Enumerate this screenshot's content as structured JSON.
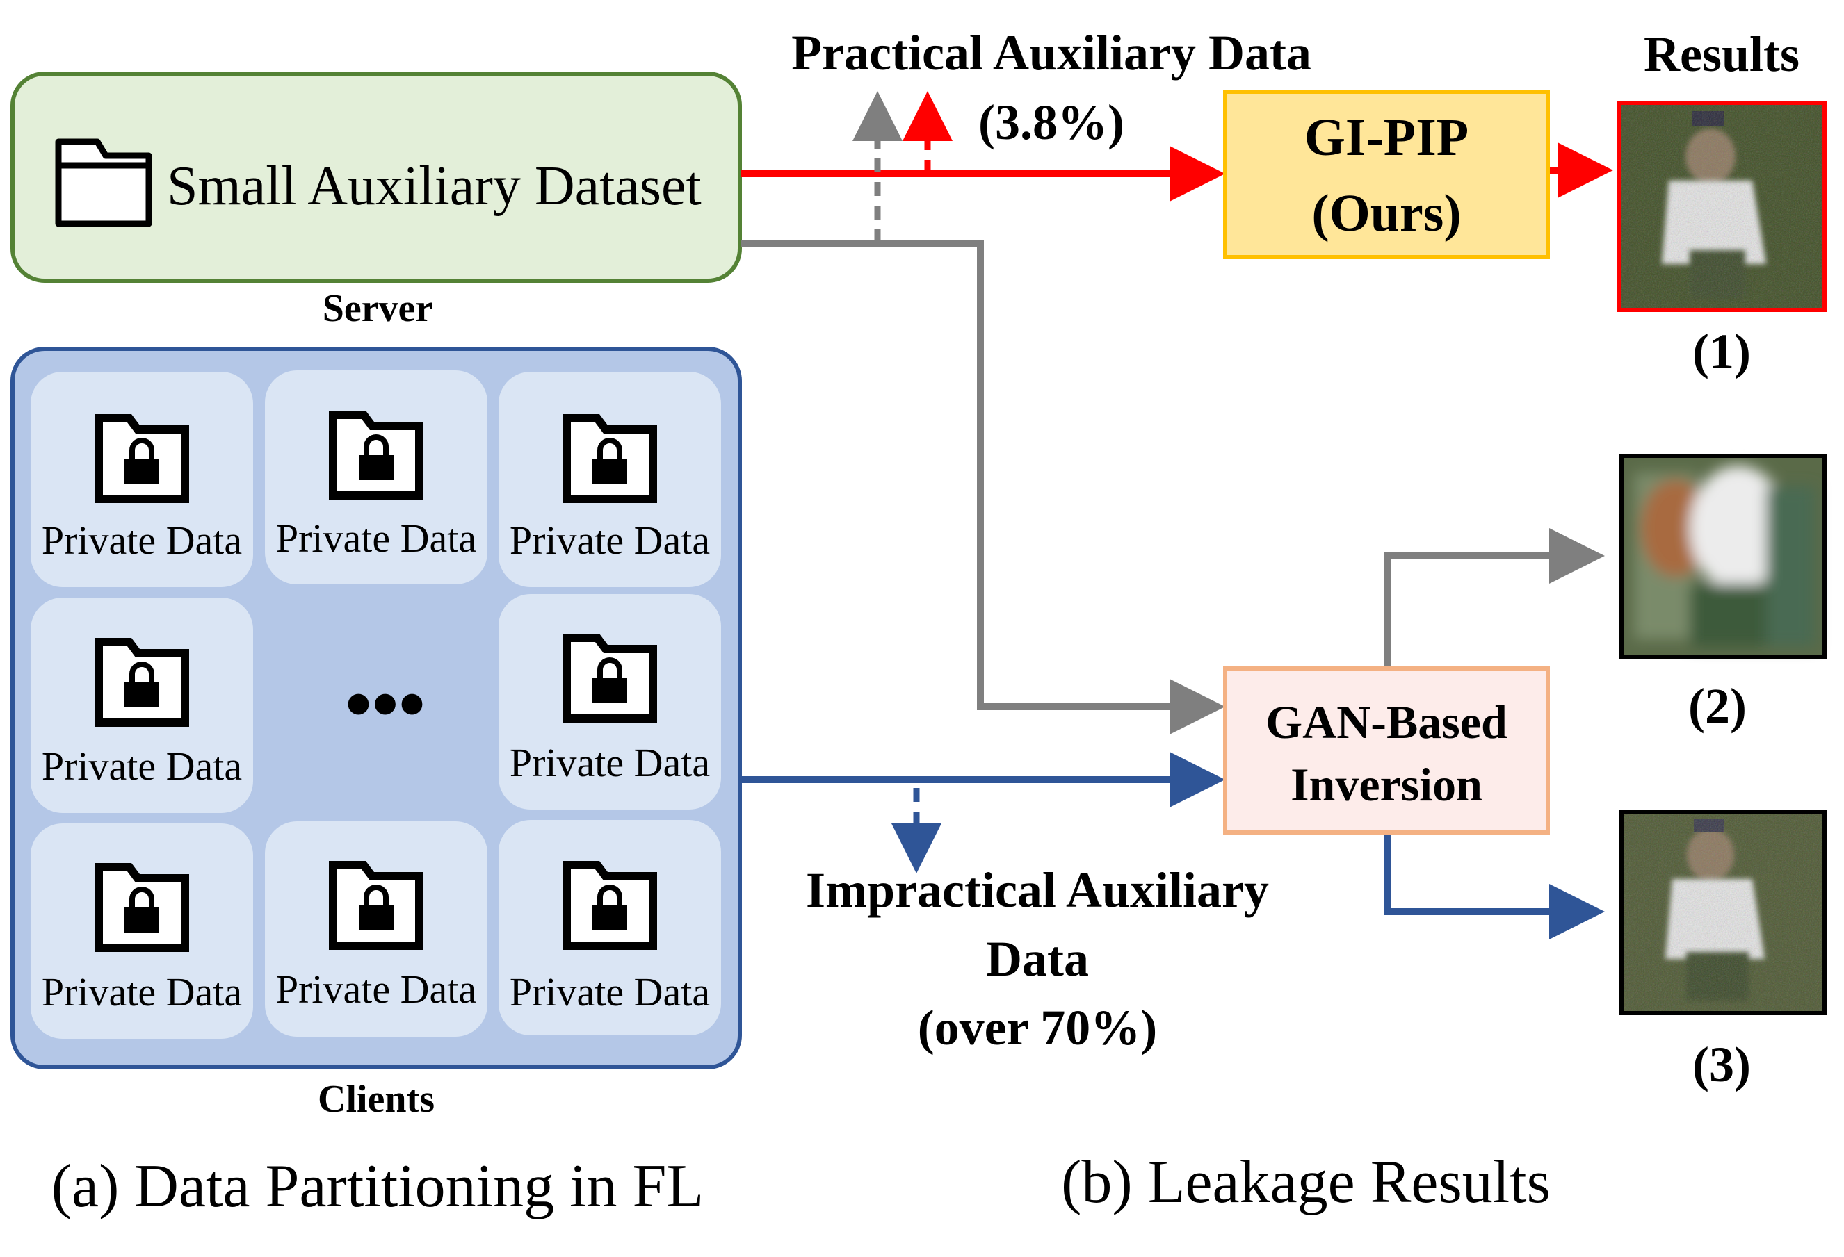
{
  "server": {
    "dataset_label": "Small Auxiliary Dataset",
    "caption": "Server",
    "icon": "folder-icon"
  },
  "clients": {
    "caption": "Clients",
    "private_label": "Private Data",
    "ellipsis": "•••",
    "icon": "locked-folder-icon"
  },
  "flows": {
    "practical_title": "Practical Auxiliary Data",
    "practical_pct": "(3.8%)",
    "impractical_line1": "Impractical Auxiliary",
    "impractical_line2": "Data",
    "impractical_line3": "(over 70%)"
  },
  "methods": {
    "gipip_line1": "GI-PIP",
    "gipip_line2": "(Ours)",
    "gan_line1": "GAN-Based",
    "gan_line2": "Inversion"
  },
  "results": {
    "title": "Results",
    "label1": "(1)",
    "label2": "(2)",
    "label3": "(3)"
  },
  "captions": {
    "a": "(a) Data Partitioning in FL",
    "b": "(b) Leakage Results"
  },
  "colors": {
    "server_fill": "#e3efd9",
    "server_stroke": "#548235",
    "clients_fill": "#b4c7e7",
    "clients_stroke": "#2f5597",
    "tile_fill": "#dae5f4",
    "gipip_fill": "#ffe699",
    "gipip_stroke": "#ffc000",
    "gan_fill": "#fdecea",
    "gan_stroke": "#f4b183",
    "red": "#ff0000",
    "gray": "#7f7f7f",
    "blue": "#2f5597"
  }
}
